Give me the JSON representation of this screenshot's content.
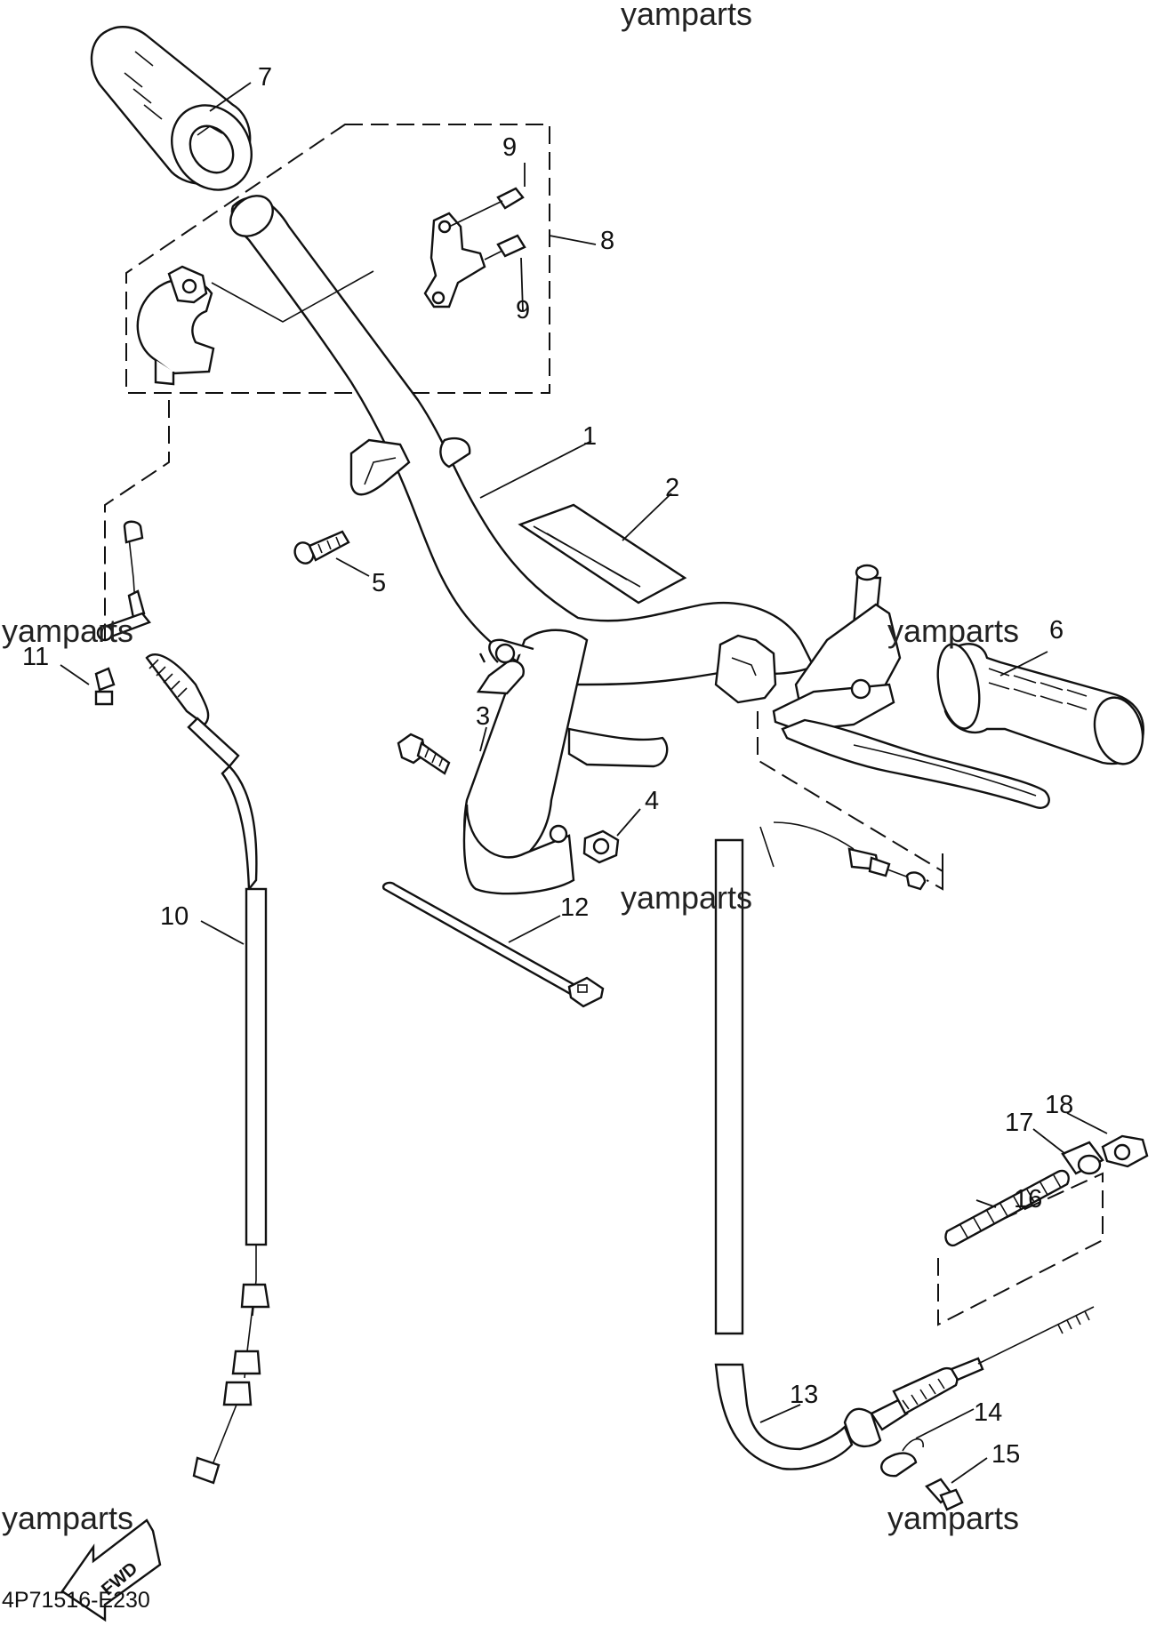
{
  "watermarks": [
    "yamparts",
    "yamparts",
    "yamparts",
    "yamparts",
    "yamparts",
    "yamparts"
  ],
  "callouts": [
    "1",
    "2",
    "3",
    "4",
    "5",
    "6",
    "7",
    "8",
    "9",
    "9",
    "10",
    "11",
    "12",
    "13",
    "14",
    "15",
    "16",
    "17",
    "18"
  ],
  "drawing_code": "4P71516-E230",
  "fwd_label": "FWD"
}
